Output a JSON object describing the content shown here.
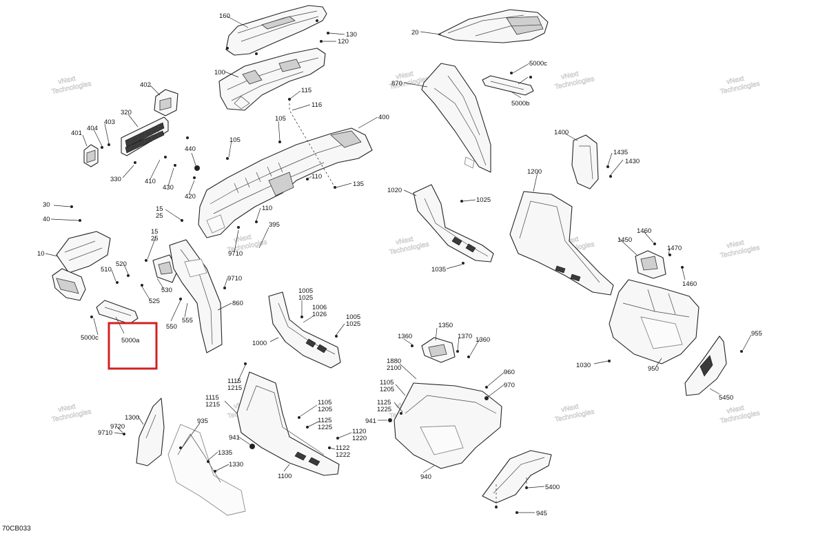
{
  "diagram": {
    "reference_code": "70CB033",
    "watermark": [
      "vNext",
      "Technologies"
    ],
    "highlight_label": "5000a",
    "labels": {
      "l160": "160",
      "l130": "130",
      "l120": "120",
      "l100": "100",
      "l20": "20",
      "l5000c_top": "5000c",
      "l5000b": "5000b",
      "l870": "870",
      "l402": "402",
      "l320": "320",
      "l401": "401",
      "l404": "404",
      "l403": "403",
      "l330": "330",
      "l410": "410",
      "l430": "430",
      "l440": "440",
      "l420": "420",
      "l115_top": "115",
      "l116": "116",
      "l105_a": "105",
      "l105_b": "105",
      "l400": "400",
      "l110_a": "110",
      "l110_b": "110",
      "l135": "135",
      "l395": "395",
      "l9710_a": "9710",
      "l30": "30",
      "l40": "40",
      "l10": "10",
      "l15_a": "15",
      "l25_a": "25",
      "l15_b": "15",
      "l25_b": "25",
      "l510": "510",
      "l520": "520",
      "l530": "530",
      "l525": "525",
      "l9710_b": "9710",
      "l550": "550",
      "l555": "555",
      "l860": "860",
      "l5000c_left": "5000c",
      "l1005_a": "1005",
      "l1025_a": "1025",
      "l1006": "1006",
      "l1026": "1026",
      "l1005_b": "1005",
      "l1025_b": "1025",
      "l1000": "1000",
      "l1020": "1020",
      "l1025_c": "1025",
      "l1035": "1035",
      "l1400": "1400",
      "l1435": "1435",
      "l1430": "1430",
      "l1200": "1200",
      "l1460_a": "1460",
      "l1450": "1450",
      "l1470": "1470",
      "l1460_b": "1460",
      "l955": "955",
      "l1030": "1030",
      "l950": "950",
      "l1350": "1350",
      "l1360_a": "1360",
      "l1370": "1370",
      "l1360_b": "1360",
      "l1880": "1880",
      "l2100": "2100",
      "l960": "960",
      "l970": "970",
      "l1105_a": "1105",
      "l1205_a": "1205",
      "l1125_a": "1125",
      "l1225_a": "1225",
      "l941_a": "941",
      "l940": "940",
      "l5450": "5450",
      "l5400": "5400",
      "l945": "945",
      "l1115_a": "1115",
      "l1215_a": "1215",
      "l1115_b": "1115",
      "l1215_b": "1215",
      "l1105_b": "1105",
      "l1205_b": "1205",
      "l1125_b": "1125",
      "l1225_b": "1225",
      "l1120": "1120",
      "l1220": "1220",
      "l1122": "1122",
      "l1222": "1222",
      "l941_b": "941",
      "l1100": "1100",
      "l1300": "1300",
      "l9720": "9720",
      "l9710_c": "9710",
      "l935": "935",
      "l1335": "1335",
      "l1330": "1330"
    }
  }
}
